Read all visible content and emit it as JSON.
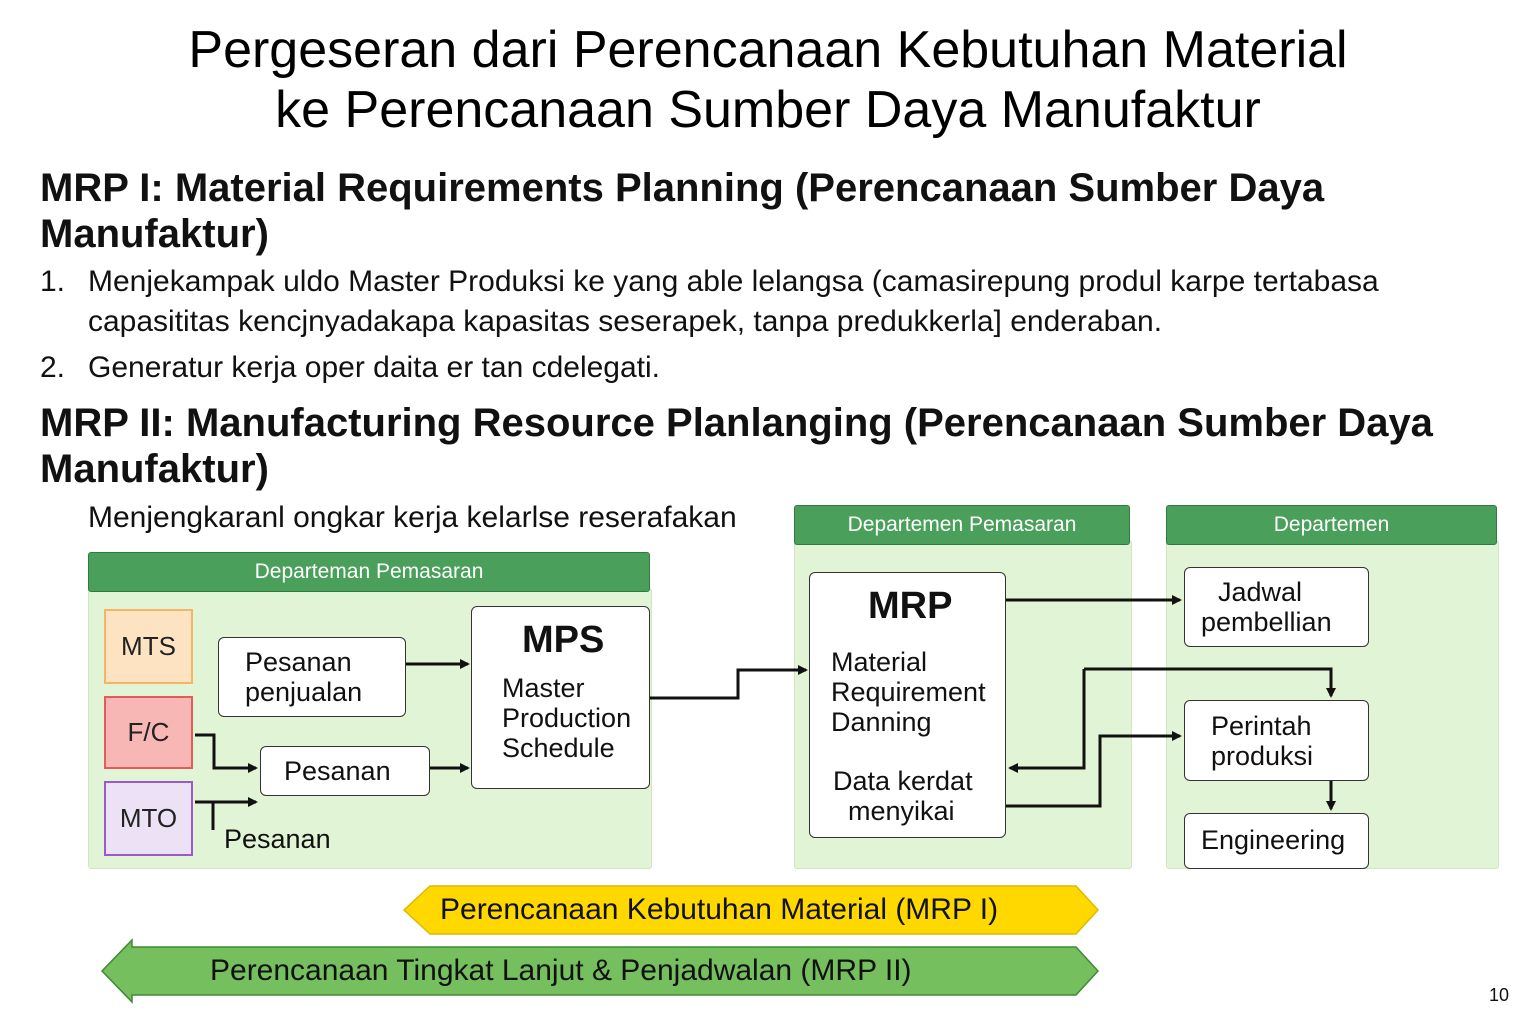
{
  "title": {
    "line1": "Pergeseran dari Perencanaan Kebutuhan Material",
    "line2": "ke Perencanaan Sumber Daya Manufaktur"
  },
  "mrp1": {
    "heading_line1": "MRP I: Material Requirements Planning (Perencanaan Sumber Daya",
    "heading_line2": "Manufaktur)",
    "items": [
      {
        "num": "1.",
        "line1": "Menjekampak uldo Master Produksi ke yang able lelangsa (camasirepung produl karpe tertabasa",
        "line2": "capasititas kencjnyadakapa kapasitas seserapek, tanpa predukkerla] enderaban."
      },
      {
        "num": "2.",
        "line1": "Generatur kerja oper daita er tan cdelegati."
      }
    ]
  },
  "mrp2": {
    "heading_line1": "MRP II: Manufacturing Resource Planlanging (Perencanaan Sumber Daya",
    "heading_line2": "Manufaktur)",
    "sub": "Menjengkaranl ongkar kerja kelarlse reserafakan"
  },
  "diagram": {
    "panel_left": {
      "header": "Departeman Pemasaran"
    },
    "panel_mid": {
      "header": "Departemen Pemasaran"
    },
    "panel_right": {
      "header": "Departemen"
    },
    "mts": "MTS",
    "fc": "F/C",
    "mto": "MTO",
    "pesanan_penjualan": {
      "line1": "Pesanan",
      "line2": "penjualan"
    },
    "pesanan_box": "Pesanan",
    "pesanan_label": "Pesanan",
    "mps": {
      "title": "MPS",
      "line1": "Master",
      "line2": "Production",
      "line3": "Schedule"
    },
    "mrp": {
      "title": "MRP",
      "line1": "Material",
      "line2": "Requirement",
      "line3": "Danning",
      "line4": "Data kerdat",
      "line5": "menyikai"
    },
    "jadwal": {
      "line1": "Jadwal",
      "line2": "pembellian"
    },
    "perintah": {
      "line1": "Perintah",
      "line2": "produksi"
    },
    "engineering": "Engineering",
    "colors": {
      "panel_bg": "#e2f4d6",
      "panel_header": "#4aa05a",
      "mts": "#f5b565",
      "fc": "#e35b5b",
      "mto": "#9b59c9"
    }
  },
  "bands": {
    "mrp1": "Perencanaan Kebutuhan Material (MRP I)",
    "mrp2": "Perencanaan Tingkat Lanjut & Penjadwalan (MRP II)",
    "colors": {
      "mrp1": "#ffd800",
      "mrp2": "#76bf5e"
    }
  },
  "page_number": "10"
}
